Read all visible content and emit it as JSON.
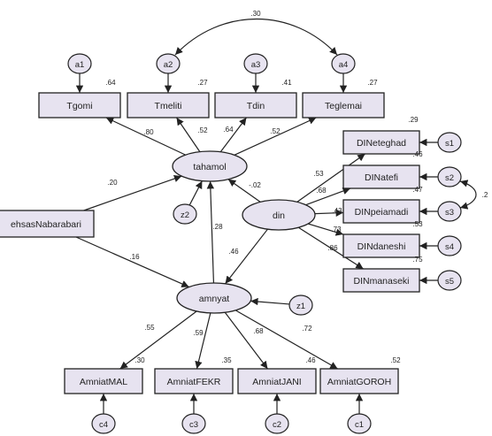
{
  "diagram": {
    "nodes": [
      {
        "id": "Tgomi",
        "label": "Tgomi",
        "kind": "observed",
        "r2": ".64"
      },
      {
        "id": "Tmeliti",
        "label": "Tmeliti",
        "kind": "observed",
        "r2": ".27"
      },
      {
        "id": "Tdin",
        "label": "Tdin",
        "kind": "observed",
        "r2": ".41"
      },
      {
        "id": "Teglemai",
        "label": "Teglemai",
        "kind": "observed",
        "r2": ".27"
      },
      {
        "id": "ehsasNabarabari",
        "label": "ehsasNabarabari",
        "kind": "observed",
        "r2": ""
      },
      {
        "id": "DINeteghad",
        "label": "DINeteghad",
        "kind": "observed",
        "r2": ".29"
      },
      {
        "id": "DINatefi",
        "label": "DINatefi",
        "kind": "observed",
        "r2": ".46"
      },
      {
        "id": "DINpeiamadi",
        "label": "DINpeiamadi",
        "kind": "observed",
        "r2": ".47"
      },
      {
        "id": "DINdaneshi",
        "label": "DINdaneshi",
        "kind": "observed",
        "r2": ".53"
      },
      {
        "id": "DINmanaseki",
        "label": "DINmanaseki",
        "kind": "observed",
        "r2": ".75"
      },
      {
        "id": "AmniatMAL",
        "label": "AmniatMAL",
        "kind": "observed",
        "r2": ".30"
      },
      {
        "id": "AmniatFEKR",
        "label": "AmniatFEKR",
        "kind": "observed",
        "r2": ".35"
      },
      {
        "id": "AmniatJANI",
        "label": "AmniatJANI",
        "kind": "observed",
        "r2": ".46"
      },
      {
        "id": "AmniatGOROH",
        "label": "AmniatGOROH",
        "kind": "observed",
        "r2": ".52"
      },
      {
        "id": "tahamol",
        "label": "tahamol",
        "kind": "latent",
        "r2": ""
      },
      {
        "id": "din",
        "label": "din",
        "kind": "latent",
        "r2": ""
      },
      {
        "id": "amnyat",
        "label": "amnyat",
        "kind": "latent",
        "r2": ""
      },
      {
        "id": "a1",
        "label": "a1",
        "kind": "error"
      },
      {
        "id": "a2",
        "label": "a2",
        "kind": "error"
      },
      {
        "id": "a3",
        "label": "a3",
        "kind": "error"
      },
      {
        "id": "a4",
        "label": "a4",
        "kind": "error"
      },
      {
        "id": "s1",
        "label": "s1",
        "kind": "error"
      },
      {
        "id": "s2",
        "label": "s2",
        "kind": "error"
      },
      {
        "id": "s3",
        "label": "s3",
        "kind": "error"
      },
      {
        "id": "s4",
        "label": "s4",
        "kind": "error"
      },
      {
        "id": "s5",
        "label": "s5",
        "kind": "error"
      },
      {
        "id": "z1",
        "label": "z1",
        "kind": "error"
      },
      {
        "id": "z2",
        "label": "z2",
        "kind": "error"
      },
      {
        "id": "c1",
        "label": "c1",
        "kind": "error"
      },
      {
        "id": "c2",
        "label": "c2",
        "kind": "error"
      },
      {
        "id": "c3",
        "label": "c3",
        "kind": "error"
      },
      {
        "id": "c4",
        "label": "c4",
        "kind": "error"
      }
    ],
    "paths": [
      {
        "from": "tahamol",
        "to": "Tgomi",
        "label": ".80"
      },
      {
        "from": "tahamol",
        "to": "Tmeliti",
        "label": ".52"
      },
      {
        "from": "tahamol",
        "to": "Tdin",
        "label": ".64"
      },
      {
        "from": "tahamol",
        "to": "Teglemai",
        "label": ".52"
      },
      {
        "from": "a1",
        "to": "Tgomi",
        "label": ""
      },
      {
        "from": "a2",
        "to": "Tmeliti",
        "label": ""
      },
      {
        "from": "a3",
        "to": "Tdin",
        "label": ""
      },
      {
        "from": "a4",
        "to": "Teglemai",
        "label": ""
      },
      {
        "from": "ehsasNabarabari",
        "to": "tahamol",
        "label": ".20"
      },
      {
        "from": "ehsasNabarabari",
        "to": "amnyat",
        "label": ".16"
      },
      {
        "from": "din",
        "to": "tahamol",
        "label": "-.02"
      },
      {
        "from": "din",
        "to": "amnyat",
        "label": ".46"
      },
      {
        "from": "amnyat",
        "to": "tahamol",
        "label": ".28"
      },
      {
        "from": "z2",
        "to": "tahamol",
        "label": ""
      },
      {
        "from": "z1",
        "to": "amnyat",
        "label": ""
      },
      {
        "from": "din",
        "to": "DINeteghad",
        "label": ".53"
      },
      {
        "from": "din",
        "to": "DINatefi",
        "label": ".68"
      },
      {
        "from": "din",
        "to": "DINpeiamadi",
        "label": ".43"
      },
      {
        "from": "din",
        "to": "DINdaneshi",
        "label": ".73"
      },
      {
        "from": "din",
        "to": "DINmanaseki",
        "label": ".86"
      },
      {
        "from": "s1",
        "to": "DINeteghad",
        "label": ""
      },
      {
        "from": "s2",
        "to": "DINatefi",
        "label": ""
      },
      {
        "from": "s3",
        "to": "DINpeiamadi",
        "label": ""
      },
      {
        "from": "s4",
        "to": "DINdaneshi",
        "label": ""
      },
      {
        "from": "s5",
        "to": "DINmanaseki",
        "label": ""
      },
      {
        "from": "amnyat",
        "to": "AmniatMAL",
        "label": ".55"
      },
      {
        "from": "amnyat",
        "to": "AmniatFEKR",
        "label": ".59"
      },
      {
        "from": "amnyat",
        "to": "AmniatJANI",
        "label": ".68"
      },
      {
        "from": "amnyat",
        "to": "AmniatGOROH",
        "label": ".72"
      },
      {
        "from": "c4",
        "to": "AmniatMAL",
        "label": ""
      },
      {
        "from": "c3",
        "to": "AmniatFEKR",
        "label": ""
      },
      {
        "from": "c2",
        "to": "AmniatJANI",
        "label": ""
      },
      {
        "from": "c1",
        "to": "AmniatGOROH",
        "label": ""
      }
    ],
    "covariances": [
      {
        "from": "a2",
        "to": "a4",
        "label": ".30"
      },
      {
        "from": "s2",
        "to": "s3",
        "label": ".2"
      }
    ]
  }
}
